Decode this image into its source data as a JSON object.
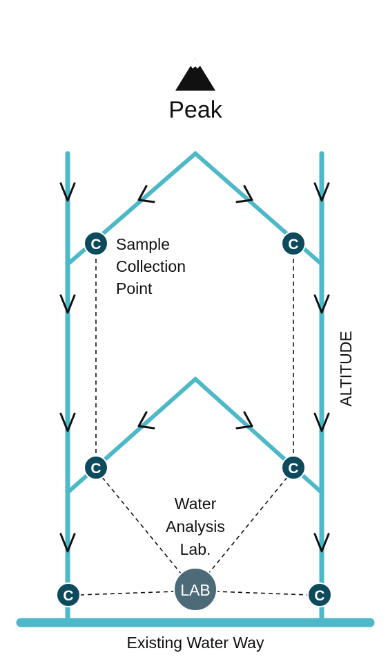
{
  "title": "Peak",
  "icons": {
    "peak": "mountain-icon"
  },
  "labels": {
    "sample_point": [
      "Sample",
      "Collection",
      "Point"
    ],
    "lab": [
      "Water",
      "Analysis",
      "Lab."
    ],
    "altitude": "ALTITUDE",
    "waterway": "Existing Water Way"
  },
  "markers": {
    "collection": "C",
    "lab": "LAB"
  },
  "colors": {
    "water": "#4db8c7",
    "collection_marker": "#0d4a5c",
    "lab_marker": "#4d6a78",
    "ink": "#111111"
  }
}
